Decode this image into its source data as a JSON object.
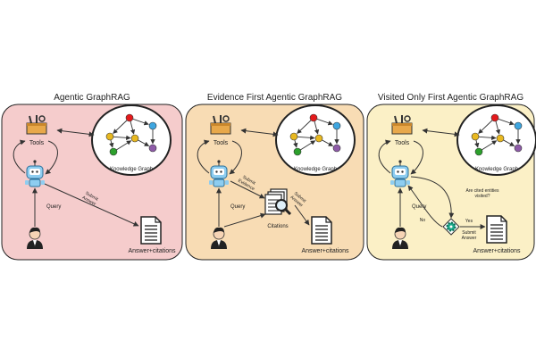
{
  "panels": [
    {
      "title": "Agentic GraphRAG",
      "fill": "#f5cccc",
      "tools_label": "Tools",
      "kg_label": "Knowledge Graph",
      "query_label": "Query",
      "user_label": "User",
      "submit_label": "Submit\nAnswer",
      "answer_label": "Answer+citations"
    },
    {
      "title": "Evidence First Agentic GraphRAG",
      "fill": "#f8dcb4",
      "tools_label": "Tools",
      "kg_label": "Knowledge Graph",
      "query_label": "Query",
      "user_label": "User",
      "submit_evidence_label": "Submit\nEvidence",
      "citations_label": "Citations",
      "submit_label": "Submit\nAnswer",
      "answer_label": "Answer+citations"
    },
    {
      "title": "Visited Only First Agentic GraphRAG",
      "fill": "#fbf0c6",
      "tools_label": "Tools",
      "kg_label": "Knowledge Graph",
      "query_label": "Query",
      "user_label": "User",
      "question_label": "Are cited entities\nvisited?",
      "no_label": "No",
      "yes_label": "Yes",
      "submit_label": "Submit\nAnswer",
      "answer_label": "Answer+citations"
    }
  ],
  "colors": {
    "node_red": "#e41a1c",
    "node_blue": "#3ea6e0",
    "node_yellow": "#e8b820",
    "node_green": "#2ca02c",
    "node_purple": "#8e5ba8",
    "robot": "#8ecdf0",
    "gear": "#1aa98a",
    "tools": "#e8a84a"
  },
  "icons": [
    "toolbox-icon",
    "robot-icon",
    "user-icon",
    "document-icon",
    "citations-icon",
    "magnifier-icon",
    "gear-icon",
    "knowledge-graph"
  ]
}
